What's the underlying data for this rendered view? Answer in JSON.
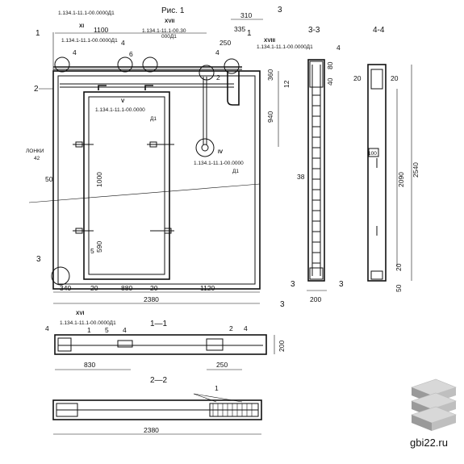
{
  "figure": {
    "title": "Рис. 1",
    "leader_label_1": "ЛОНКИ",
    "leader_label_2": "42"
  },
  "sections": {
    "s33": "3-3",
    "s44": "4-4",
    "s11": "1—1",
    "s22": "2—2"
  },
  "cut_marks": {
    "one_a": "1",
    "one_b": "1",
    "two": "2",
    "three_a": "3",
    "three_b": "3",
    "four": "4"
  },
  "callouts": {
    "xi": {
      "roman": "XI",
      "ref": "1.134.1-11.1-00.0000Д1"
    },
    "xvii": {
      "roman": "XVII",
      "ref": "1.134.1-11.1-00.30",
      "ref2": "000Д1"
    },
    "xviii": {
      "roman": "XVIII",
      "ref": "1.134.1-11.1-00.0000Д1"
    },
    "xvi": {
      "roman": "XVI",
      "ref": "1.134.1-11.1-00.0000Д1"
    },
    "v": {
      "roman": "V",
      "ref": "1.134.1-11.1-00.0000",
      "ref2": "Д1"
    },
    "iv": {
      "roman": "IV",
      "ref": "1.134.1-11.1-00.0000",
      "ref2": "Д1"
    },
    "top_left_ref": "1.134.1-11.1-00.0000Д1"
  },
  "dimensions": {
    "d310": "310",
    "d1100": "1100",
    "d335": "335",
    "d250": "250",
    "d360": "360",
    "d940": "940",
    "d1000": "1000",
    "d590": "590",
    "d50": "50",
    "d340": "340",
    "d20a": "20",
    "d880": "880",
    "d20b": "20",
    "d1120": "1120",
    "d2380": "2380",
    "d2380b": "2380",
    "d38": "38",
    "d200": "200",
    "d80": "80",
    "d40": "40",
    "d20c": "20",
    "d20d": "20",
    "d2090": "2090",
    "d2540": "2540",
    "d20e": "20",
    "d50b": "50",
    "d830": "830",
    "d250b": "250",
    "d200b": "200",
    "d12": "12",
    "d100": "100"
  },
  "markers": {
    "m1": "1",
    "m2": "2",
    "m3": "3",
    "m4": "4",
    "m5": "5",
    "m6": "6",
    "m1b": "1",
    "m5b": "5",
    "m2b": "2",
    "m4b": "4",
    "m4c": "4",
    "m1c": "1",
    "m4d": "4"
  },
  "watermark": "gbi22.ru"
}
